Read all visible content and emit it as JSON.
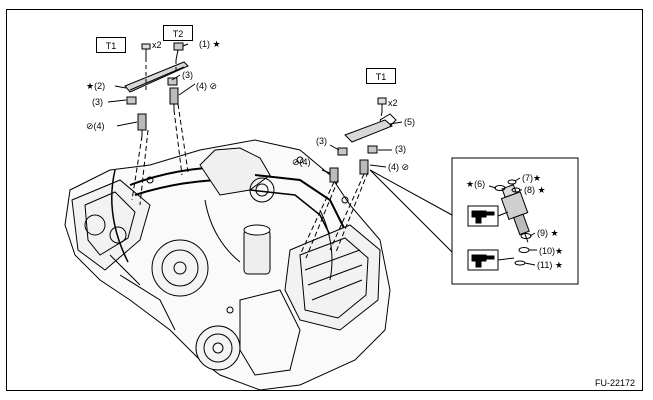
{
  "diagram": {
    "figure_id": "FU-22172",
    "torque_boxes": [
      {
        "id": "t1-left",
        "label": "T1"
      },
      {
        "id": "t2",
        "label": "T2"
      },
      {
        "id": "t1-right",
        "label": "T1"
      }
    ],
    "callouts": {
      "c1": "(1)",
      "c2": "(2)",
      "c3a": "(3)",
      "c3b": "(3)",
      "c3c": "(3)",
      "c3d": "(3)",
      "c4a": "(4)",
      "c4b": "(4)",
      "c4c": "(4)",
      "c4d": "(4)",
      "c5": "(5)",
      "c6": "(6)",
      "c7": "(7)",
      "c8": "(8)",
      "c9": "(9)",
      "c10": "(10)",
      "c11": "(11)",
      "x2a": "x2",
      "x2b": "x2"
    }
  }
}
